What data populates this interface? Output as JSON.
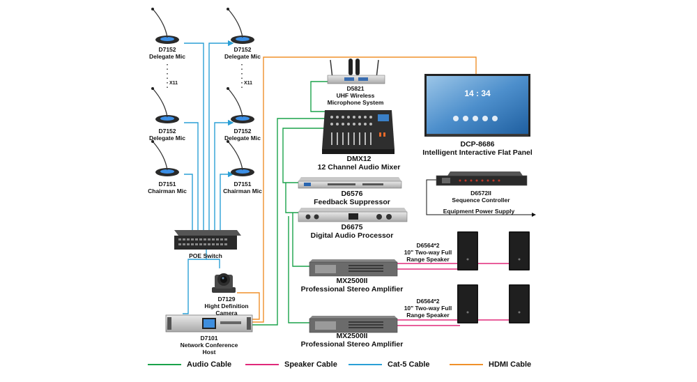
{
  "colors": {
    "audio_cable": "#1aa24a",
    "speaker_cable": "#e0297a",
    "cat5_cable": "#2a9fd6",
    "hdmi_cable": "#f0902a"
  },
  "devices": {
    "mic_left_top": {
      "name": "D7152",
      "desc": "Delegate Mic"
    },
    "mic_right_top": {
      "name": "D7152",
      "desc": "Delegate Mic"
    },
    "mic_left_mid": {
      "name": "D7152",
      "desc": "Delegate Mic"
    },
    "mic_right_mid": {
      "name": "D7152",
      "desc": "Delegate Mic"
    },
    "chair_left": {
      "name": "D7151",
      "desc": "Chairman Mic"
    },
    "chair_right": {
      "name": "D7151",
      "desc": "Chairman Mic"
    },
    "x11_left": "X11",
    "x11_right": "X11",
    "poe_switch": {
      "desc": "POE Switch"
    },
    "camera": {
      "name": "D7129",
      "desc": "Hight Definition Camera",
      "desc_line1": "Hight Definition",
      "desc_line2": "Camera"
    },
    "host": {
      "name": "D7101",
      "desc": "Network Conference Host",
      "desc_line1": "Network Conference",
      "desc_line2": "Host"
    },
    "wireless": {
      "name": "D5821",
      "desc": "UHF Wireless Microphone System",
      "desc_line1": "UHF Wireless",
      "desc_line2": "Microphone System"
    },
    "mixer": {
      "name": "DMX12",
      "desc": "12 Channel Audio Mixer"
    },
    "suppressor": {
      "name": "D6576",
      "desc": "Feedback Suppressor"
    },
    "processor": {
      "name": "D6675",
      "desc": "Digital Audio Processor"
    },
    "amp1": {
      "name": "MX2500II",
      "desc": "Professional Stereo Amplifier"
    },
    "amp2": {
      "name": "MX2500II",
      "desc": "Professional Stereo Amplifier"
    },
    "flat_panel": {
      "name": "DCP-8686",
      "desc": "Intelligent Interactive Flat Panel",
      "screen_time": "14 : 34"
    },
    "sequencer": {
      "name": "D6572II",
      "desc": "Sequence Controller"
    },
    "power_supply": {
      "desc": "Equipment Power Supply"
    },
    "speakers1": {
      "name": "D6564*2",
      "desc_line1": "10\" Two-way Full",
      "desc_line2": "Range Speaker"
    },
    "speakers2": {
      "name": "D6564*2",
      "desc_line1": "10\" Two-way Full",
      "desc_line2": "Range Speaker"
    }
  },
  "legend": [
    {
      "label": "Audio Cable",
      "color": "#1aa24a"
    },
    {
      "label": "Speaker Cable",
      "color": "#e0297a"
    },
    {
      "label": "Cat-5  Cable",
      "color": "#2a9fd6"
    },
    {
      "label": "HDMI  Cable",
      "color": "#f0902a"
    }
  ]
}
